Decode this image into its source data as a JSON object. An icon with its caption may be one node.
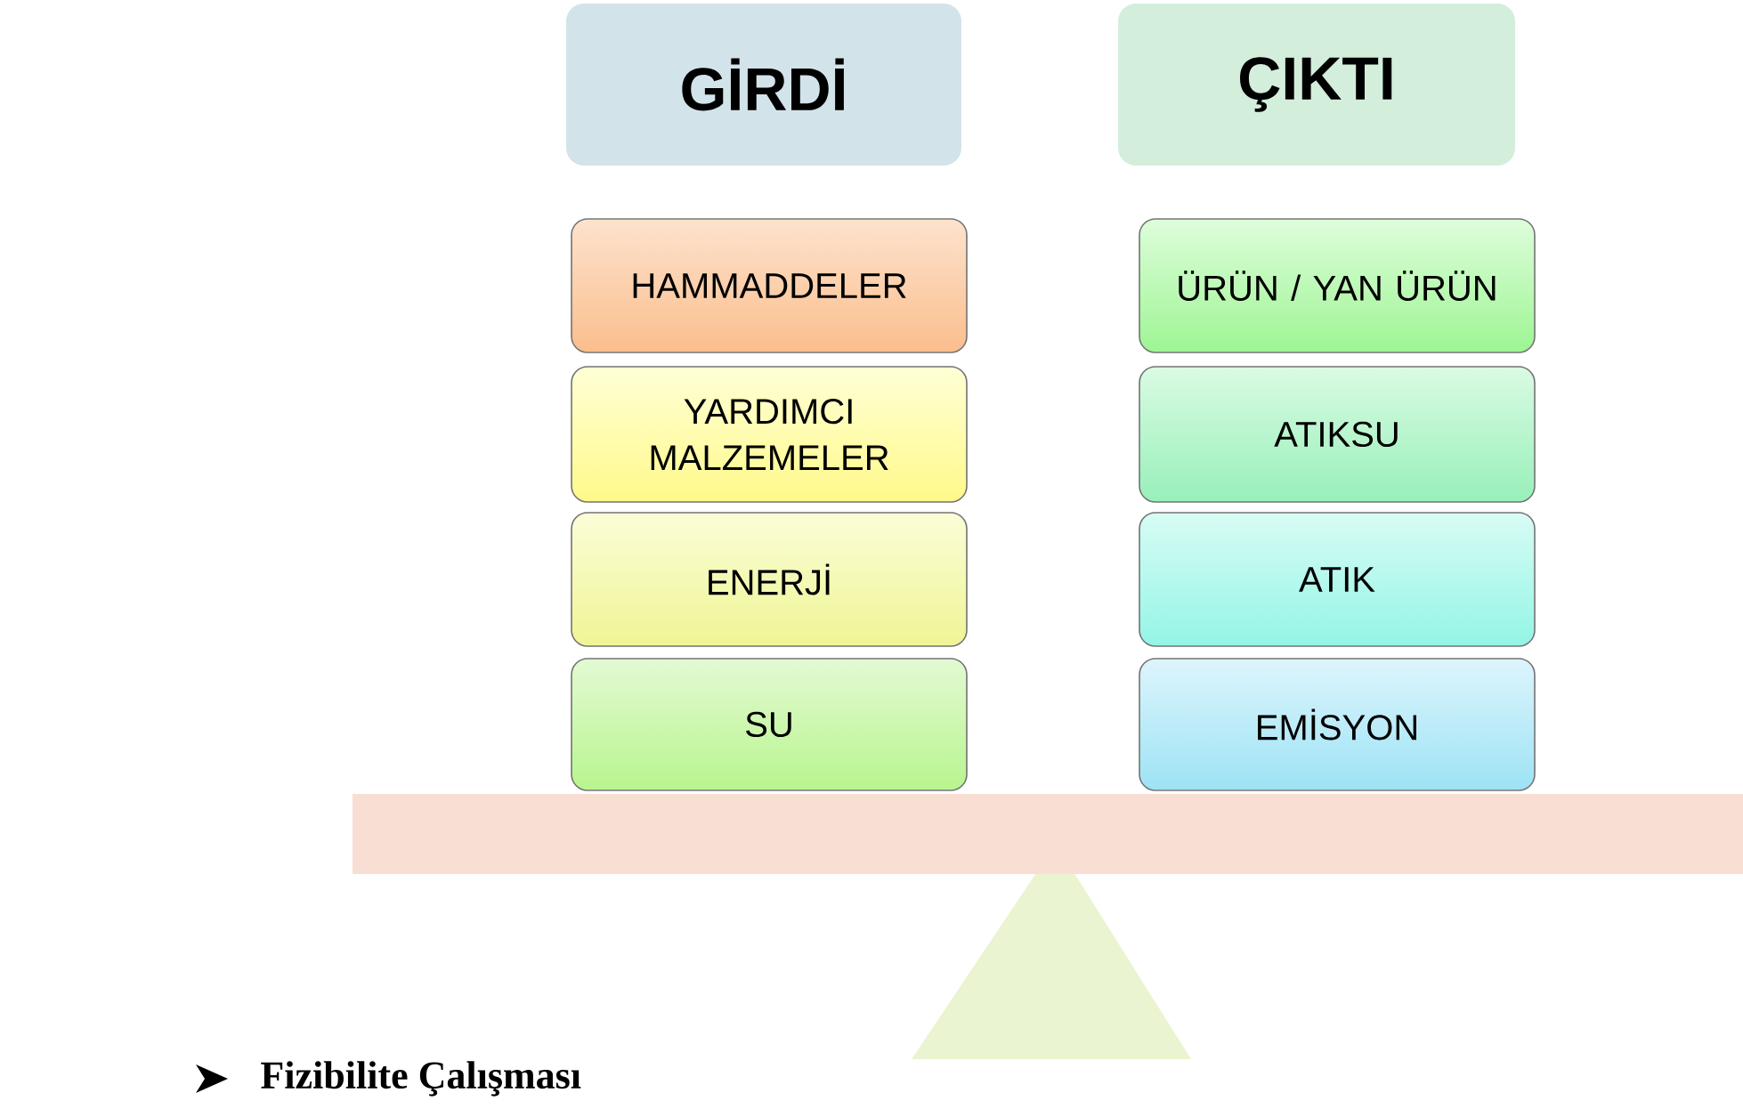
{
  "diagram": {
    "nodes": [
      {
        "text": [
          "GİRDİ"
        ]
      },
      {
        "text": [
          "ÇIKTI"
        ]
      },
      {
        "text": [
          "HAMMADDELER"
        ]
      },
      {
        "text": [
          "YARDIMCI MALZEMELER"
        ]
      },
      {
        "text": [
          "ENERJİ"
        ]
      },
      {
        "text": [
          "SU"
        ]
      },
      {
        "text": [
          "ÜRÜN / YAN ÜRÜN"
        ]
      },
      {
        "text": [
          "ATIKSU"
        ]
      },
      {
        "text": [
          "ATIK"
        ]
      },
      {
        "text": [
          "EMİSYON"
        ]
      }
    ],
    "labels": [
      "Fizibilite Çalışması"
    ]
  }
}
